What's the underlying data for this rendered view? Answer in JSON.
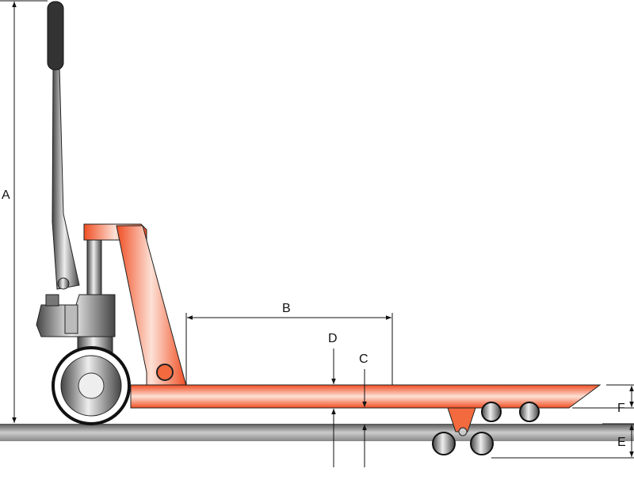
{
  "labels": {
    "A": "A",
    "B": "B",
    "C": "C",
    "D": "D",
    "E": "E",
    "F": "F"
  },
  "colors": {
    "fork": "#f15a2b",
    "metal": "#555555",
    "floor": "#7a7a7a"
  }
}
